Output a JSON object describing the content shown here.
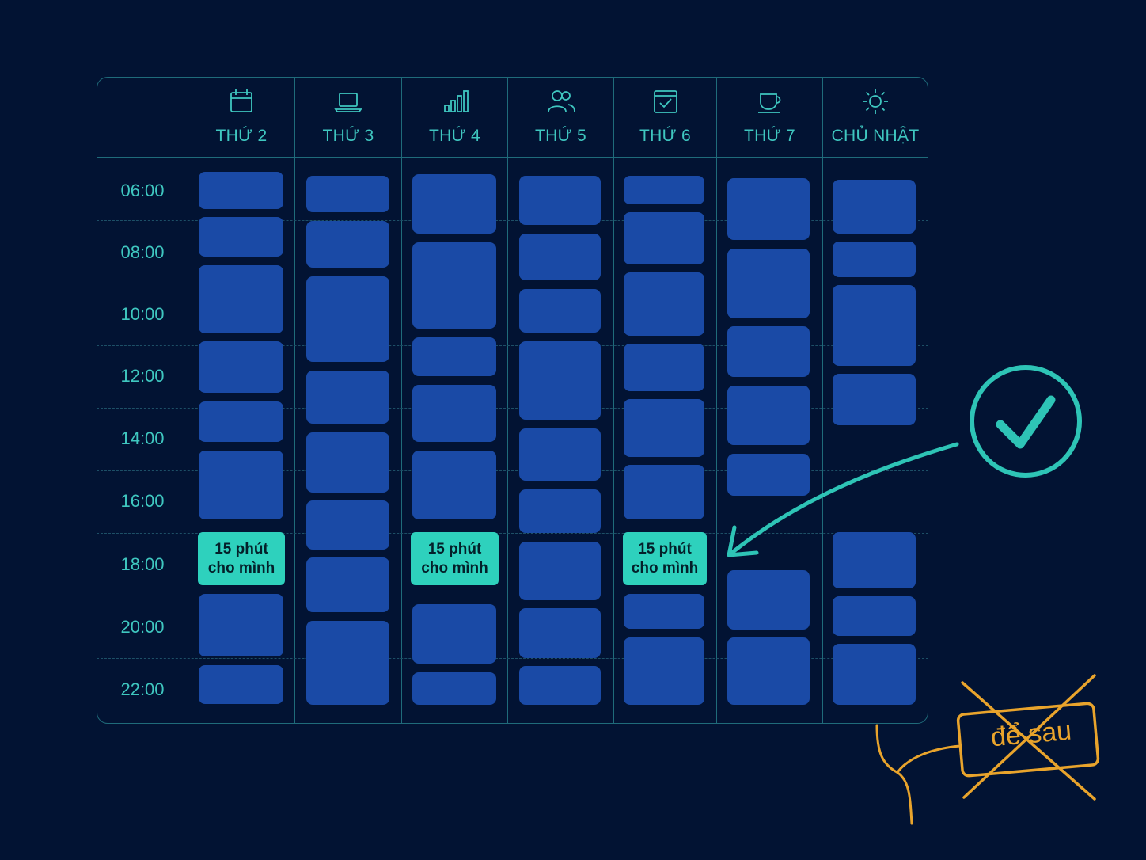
{
  "days": [
    {
      "label": "THỨ 2",
      "icon": "calendar-icon"
    },
    {
      "label": "THỨ 3",
      "icon": "laptop-icon"
    },
    {
      "label": "THỨ 4",
      "icon": "bar-chart-icon"
    },
    {
      "label": "THỨ 5",
      "icon": "people-icon"
    },
    {
      "label": "THỨ 6",
      "icon": "calendar-check-icon"
    },
    {
      "label": "THỨ 7",
      "icon": "coffee-cup-icon"
    },
    {
      "label": "CHỦ NHẬT",
      "icon": "sun-icon"
    }
  ],
  "times": [
    "06:00",
    "08:00",
    "10:00",
    "12:00",
    "14:00",
    "16:00",
    "18:00",
    "20:00",
    "22:00"
  ],
  "focus_block": {
    "line1": "15 phút",
    "line2": "cho mình"
  },
  "later_note": "để sau",
  "colors": {
    "background": "#021333",
    "grid_line": "#1f6b7a",
    "event_block": "#1a4aa6",
    "focus_block": "#2ed1bd",
    "accent_teal": "#2ec4b6",
    "later_orange": "#e9a42c"
  }
}
